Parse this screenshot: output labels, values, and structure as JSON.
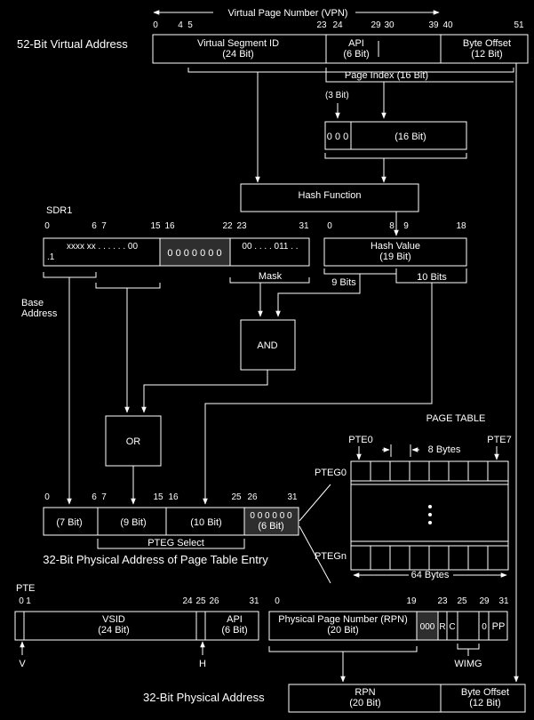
{
  "vpn_header": "Virtual Page Number (VPN)",
  "virtual_address": {
    "title": "52-Bit Virtual Address",
    "bits": [
      "0",
      "4",
      "5",
      "23",
      "24",
      "29",
      "30",
      "39",
      "40",
      "51"
    ],
    "vsid_line1": "Virtual Segment ID",
    "vsid_line2": "(24 Bit)",
    "api_line1": "API",
    "api_line2": "(6 Bit)",
    "offset_line1": "Byte Offset",
    "offset_line2": "(12 Bit)"
  },
  "page_index_label": "Page Index (16 Bit)",
  "three_bit_label": "(3 Bit)",
  "extend_register": {
    "zeros": "0 0 0",
    "field": "(16 Bit)"
  },
  "hash_function_label": "Hash Function",
  "sdr1": {
    "title": "SDR1",
    "bits": [
      "0",
      "6",
      "7",
      "15",
      "16",
      "22",
      "23",
      "31"
    ],
    "field1_line1": "xxxx xx . . . . . . 00",
    "field1_line2": ".1",
    "field2": "0 0 0 0 0 0 0",
    "field3": "00 . . . . 011 . ."
  },
  "hash_value": {
    "bits": [
      "0",
      "8",
      "9",
      "18"
    ],
    "line1": "Hash Value",
    "line2": "(19 Bit)"
  },
  "mask_label": "Mask",
  "nine_bits_label": "9 Bits",
  "ten_bits_label": "10 Bits",
  "base_address_line1": "Base",
  "base_address_line2": "Address",
  "and_label": "AND",
  "or_label": "OR",
  "page_table": {
    "title": "PAGE TABLE",
    "pte0": "PTE0",
    "pte7": "PTE7",
    "eight_bytes": "8 Bytes",
    "pteg0": "PTEG0",
    "ptegn": "PTEGn",
    "sixty_four_bytes": "64 Bytes"
  },
  "pteg_address": {
    "bits": [
      "0",
      "6",
      "7",
      "15",
      "16",
      "25",
      "26",
      "31"
    ],
    "field1": "(7 Bit)",
    "field2": "(9 Bit)",
    "field3": "(10 Bit)",
    "field4_line1": "0 0 0 0 0 0",
    "field4_line2": "(6 Bit)",
    "select_label": "PTEG Select",
    "title": "32-Bit Physical Address of Page Table Entry"
  },
  "pte": {
    "title": "PTE",
    "bits_left": [
      "0",
      "1",
      "24",
      "25",
      "26",
      "31"
    ],
    "vsid_line1": "VSID",
    "vsid_line2": "(24 Bit)",
    "api_line1": "API",
    "api_line2": "(6 Bit)",
    "v_label": "V",
    "h_label": "H",
    "bits_right": [
      "0",
      "19",
      "23",
      "25",
      "29",
      "31"
    ],
    "rpn_line1": "Physical Page Number (RPN)",
    "rpn_line2": "(20 Bit)",
    "zeros": "000",
    "r": "R",
    "c": "C",
    "zero": "0",
    "pp": "PP",
    "wimg_label": "WIMG"
  },
  "physical_address": {
    "title": "32-Bit Physical Address",
    "rpn_line1": "RPN",
    "rpn_line2": "(20 Bit)",
    "offset_line1": "Byte Offset",
    "offset_line2": "(12 Bit)"
  }
}
